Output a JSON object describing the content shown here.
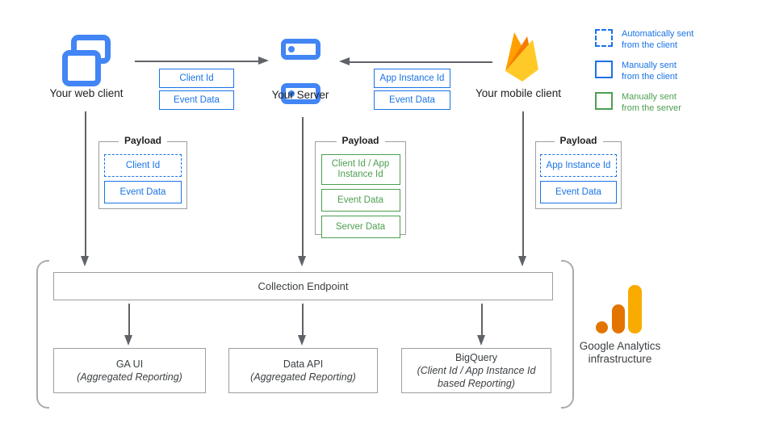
{
  "clients": {
    "web": {
      "label": "Your web client"
    },
    "server": {
      "label": "Your Server"
    },
    "mobile": {
      "label": "Your mobile client"
    }
  },
  "flow_tags": {
    "web_to_server": [
      "Client Id",
      "Event Data"
    ],
    "mobile_to_server": [
      "App Instance Id",
      "Event Data"
    ]
  },
  "payloads": [
    {
      "title": "Payload",
      "items": [
        {
          "label": "Client Id",
          "style": "dashed-blue"
        },
        {
          "label": "Event Data",
          "style": "solid-blue"
        }
      ]
    },
    {
      "title": "Payload",
      "items": [
        {
          "label": "Client Id / App Instance Id",
          "style": "solid-green"
        },
        {
          "label": "Event Data",
          "style": "solid-green"
        },
        {
          "label": "Server Data",
          "style": "solid-green"
        }
      ]
    },
    {
      "title": "Payload",
      "items": [
        {
          "label": "App Instance Id",
          "style": "dashed-blue"
        },
        {
          "label": "Event Data",
          "style": "solid-blue"
        }
      ]
    }
  ],
  "legend": [
    {
      "swatch": "dashed-blue",
      "line1": "Automatically sent",
      "line2": "from the client"
    },
    {
      "swatch": "solid-blue",
      "line1": "Manually sent",
      "line2": "from the client"
    },
    {
      "swatch": "solid-green",
      "line1": "Manually sent",
      "line2": "from the server"
    }
  ],
  "infrastructure": {
    "endpoint_label": "Collection Endpoint",
    "outputs": [
      {
        "name": "GA UI",
        "detail": "(Aggregated Reporting)"
      },
      {
        "name": "Data API",
        "detail": "(Aggregated Reporting)"
      },
      {
        "name": "BigQuery",
        "detail": "(Client Id / App Instance Id based Reporting)"
      }
    ],
    "caption": {
      "line1": "Google Analytics",
      "line2": "infrastructure"
    }
  },
  "icons": {
    "web_client": "overlapping-windows-icon",
    "server": "server-stack-icon",
    "mobile": "firebase-flame-icon",
    "analytics": "google-analytics-logo-icon"
  },
  "colors": {
    "blue": "#1A73E8",
    "icon_blue": "#4285F4",
    "green": "#4C9F50",
    "border_gray": "#9E9E9E",
    "arrow_gray": "#5F6368",
    "text_dark": "#3C4043",
    "ga_orange": "#E37400",
    "ga_amber": "#F9AB00"
  }
}
